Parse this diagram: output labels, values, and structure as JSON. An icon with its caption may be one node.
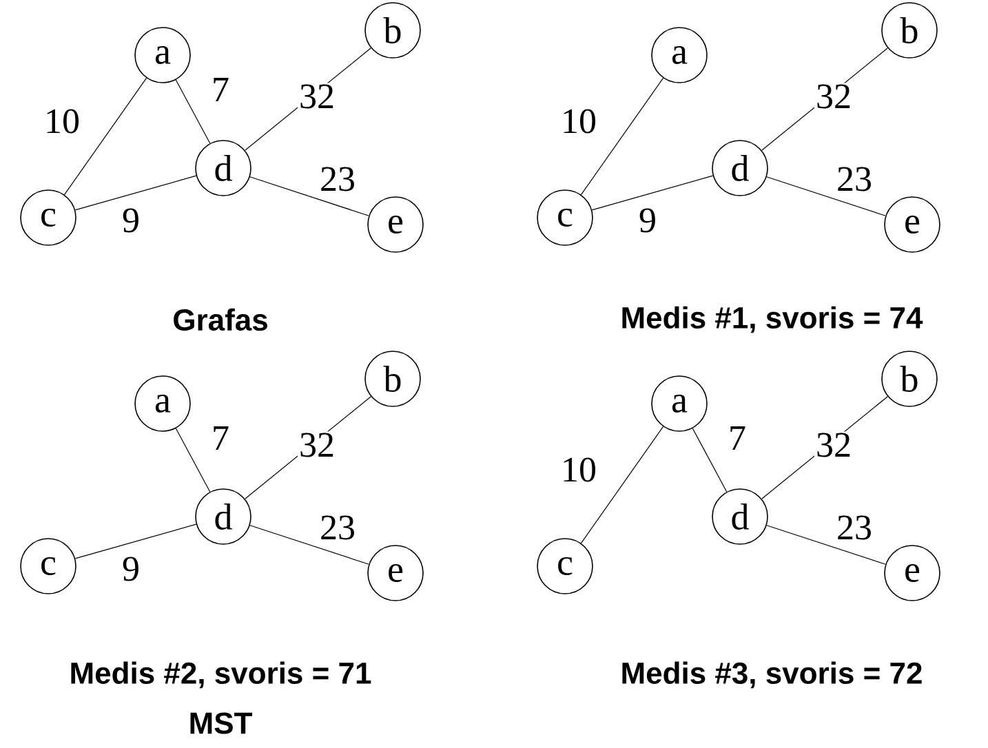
{
  "diagram": {
    "nodes": [
      {
        "text": [
          "a"
        ]
      },
      {
        "text": [
          "b"
        ]
      },
      {
        "text": [
          "c"
        ]
      },
      {
        "text": [
          "d"
        ]
      },
      {
        "text": [
          "e"
        ]
      },
      {
        "text": [
          "a"
        ]
      },
      {
        "text": [
          "b"
        ]
      },
      {
        "text": [
          "c"
        ]
      },
      {
        "text": [
          "d"
        ]
      },
      {
        "text": [
          "e"
        ]
      },
      {
        "text": [
          "a"
        ]
      },
      {
        "text": [
          "b"
        ]
      },
      {
        "text": [
          "c"
        ]
      },
      {
        "text": [
          "d"
        ]
      },
      {
        "text": [
          "e"
        ]
      },
      {
        "text": [
          "a"
        ]
      },
      {
        "text": [
          "b"
        ]
      },
      {
        "text": [
          "c"
        ]
      },
      {
        "text": [
          "d"
        ]
      },
      {
        "text": [
          "e"
        ]
      }
    ],
    "edges": [
      {
        "from": 0,
        "to": 2,
        "arrow": "none",
        "label": "10"
      },
      {
        "from": 0,
        "to": 3,
        "arrow": "none",
        "label": "7"
      },
      {
        "from": 3,
        "to": 1,
        "arrow": "none",
        "label": "32"
      },
      {
        "from": 3,
        "to": 4,
        "arrow": "none",
        "label": "23"
      },
      {
        "from": 2,
        "to": 3,
        "arrow": "none",
        "label": "9"
      },
      {
        "from": 5,
        "to": 7,
        "arrow": "none",
        "label": "10"
      },
      {
        "from": 8,
        "to": 6,
        "arrow": "none",
        "label": "32"
      },
      {
        "from": 8,
        "to": 9,
        "arrow": "none",
        "label": "23"
      },
      {
        "from": 7,
        "to": 8,
        "arrow": "none",
        "label": "9"
      },
      {
        "from": 10,
        "to": 13,
        "arrow": "none",
        "label": "7"
      },
      {
        "from": 13,
        "to": 11,
        "arrow": "none",
        "label": "32"
      },
      {
        "from": 13,
        "to": 14,
        "arrow": "none",
        "label": "23"
      },
      {
        "from": 12,
        "to": 13,
        "arrow": "none",
        "label": "9"
      },
      {
        "from": 15,
        "to": 17,
        "arrow": "none",
        "label": "10"
      },
      {
        "from": 15,
        "to": 18,
        "arrow": "none",
        "label": "7"
      },
      {
        "from": 18,
        "to": 16,
        "arrow": "none",
        "label": "32"
      },
      {
        "from": 18,
        "to": 19,
        "arrow": "none",
        "label": "23"
      }
    ],
    "labels": [
      "Grafas",
      "Medis #1, svoris = 74",
      "Medis #2, svoris = 71",
      "Medis #3, svoris = 72",
      "MST"
    ]
  }
}
